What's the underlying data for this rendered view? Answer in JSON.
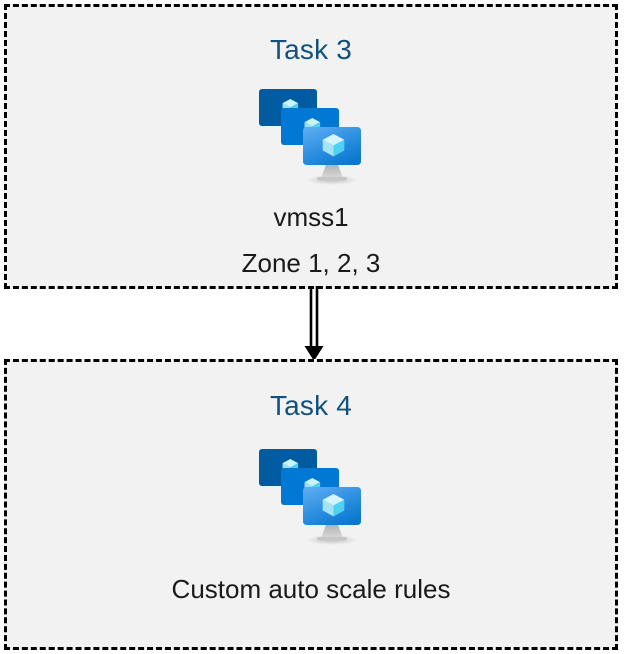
{
  "diagram": {
    "background_color": "#ffffff",
    "box_fill_color": "#f2f2f2",
    "box_border_color": "#000000",
    "title_color": "#11517e",
    "caption_color": "#1a1a1a",
    "connector_color": "#000000"
  },
  "boxes": [
    {
      "id": "task3",
      "title": "Task 3",
      "icon": "azure-vm-scale-set-icon",
      "caption_line1": "vmss1",
      "caption_line2": "Zone 1, 2, 3"
    },
    {
      "id": "task4",
      "title": "Task 4",
      "icon": "azure-vm-scale-set-icon",
      "caption_line1": "Custom auto scale rules",
      "caption_line2": ""
    }
  ],
  "connector": {
    "name": "double-line-arrow",
    "from": "Task 3",
    "to": "Task 4",
    "style": "double-line-with-solid-arrowhead",
    "direction": "down"
  },
  "icon_palette": {
    "monitor_back": "#005ba1",
    "monitor_middle": "#0078d4",
    "monitor_front_top": "#54a8f0",
    "monitor_front_bottom": "#0b7bd4",
    "cube_top": "#c9f2fd",
    "cube_left": "#9ce0f5",
    "cube_right": "#4fd2f2",
    "stand": "#a8a8a8"
  }
}
